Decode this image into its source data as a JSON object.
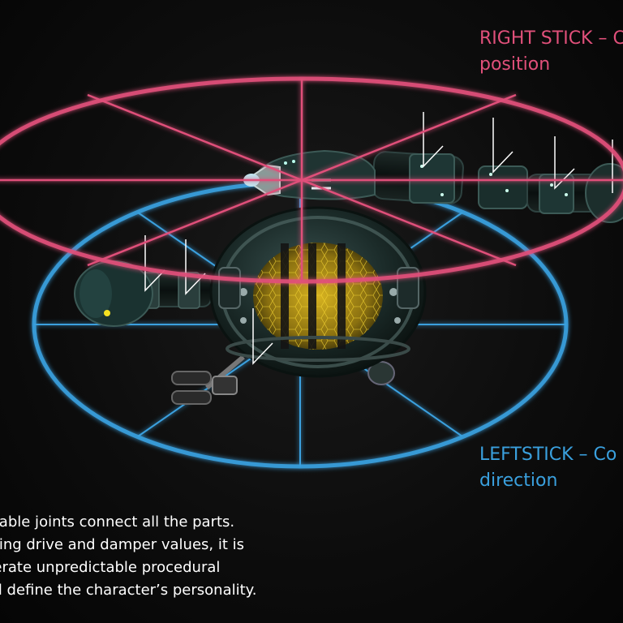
{
  "colors": {
    "right_stick": "#e0507a",
    "left_stick": "#3aa0de",
    "text": "#ffffff",
    "hex_glow": "#c8a418",
    "body_metal": "#243c3a"
  },
  "labels": {
    "right_stick": {
      "line1": "RIGHT STICK – C",
      "line2": "position"
    },
    "left_stick": {
      "line1": "LEFTSTICK – Co",
      "line2": "direction"
    }
  },
  "description": {
    "lines": [
      "urable joints connect all the parts.",
      "pring drive and damper values, it is",
      "nerate unpredictable procedural",
      "nd define the character’s personality."
    ]
  },
  "icons": {
    "robot": "robot-character",
    "right_ring": "right-stick-ring",
    "left_ring": "left-stick-ring"
  }
}
